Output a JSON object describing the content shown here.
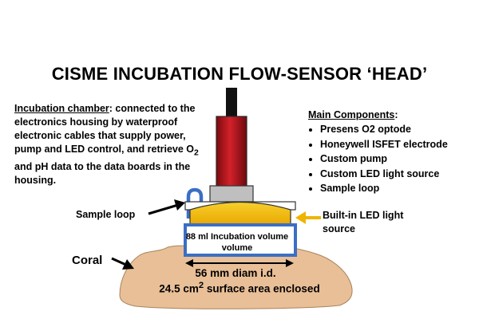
{
  "title": "CISME INCUBATION FLOW-SENSOR ‘HEAD’",
  "left_description": {
    "heading": "Incubation chamber",
    "after_heading": ":  connected to the electronics housing by waterproof electronic cables that supply power, pump and LED control, and retrieve O",
    "sub1": "2",
    "mid": " and pH data to the data boards in the housing."
  },
  "main_components": {
    "heading": "Main Components",
    "heading_suffix": ":",
    "items": [
      "Presens O2 optode",
      "Honeywell ISFET electrode",
      "Custom pump",
      "Custom LED light source",
      "Sample loop"
    ]
  },
  "labels": {
    "sample_loop": "Sample loop",
    "led": "Built-in LED light source",
    "coral": "Coral",
    "incubation_volume": "88 ml Incubation volume volume",
    "diameter": "56 mm diam i.d.",
    "area_value": "24.5 cm",
    "area_sup": "2",
    "area_rest": " surface area enclosed"
  },
  "colors": {
    "sensor_red": "#c0141b",
    "led_yellow": "#f2b600",
    "coral": "#e9bf97",
    "chamber_blue": "#3a6fc4",
    "arrow_yellow": "#f0b400"
  }
}
